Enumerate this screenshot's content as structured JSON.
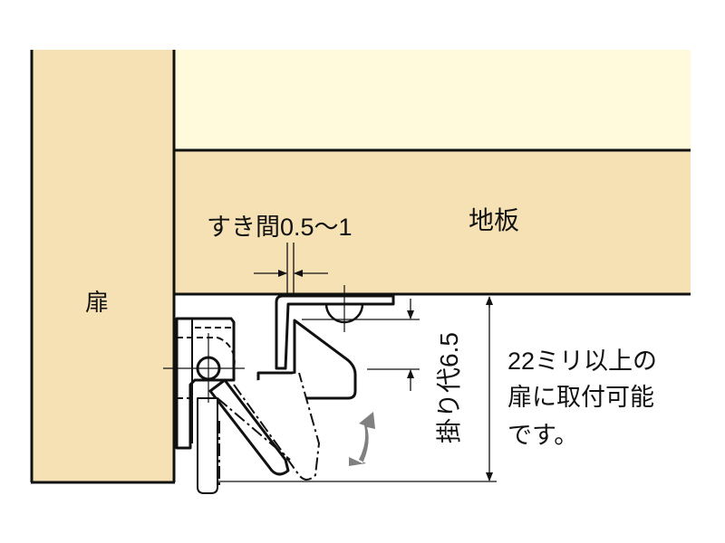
{
  "labels": {
    "door": "扉",
    "floor": "地板",
    "gap": "すき間0.5～1",
    "engagement": "掛り代6.5",
    "note_line1": "22ミリ以上の",
    "note_line2": "扉に取付可能",
    "note_line3": "です。"
  },
  "colors": {
    "door": "#f6e1b4",
    "floor": "#f6e1b4",
    "upper": "#fefadb",
    "arrow": "#808080"
  }
}
